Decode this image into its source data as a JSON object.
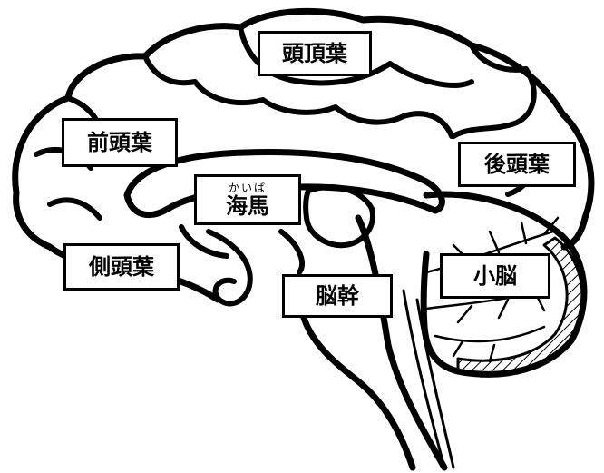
{
  "labels": {
    "parietal": "頭頂葉",
    "frontal": "前頭葉",
    "occipital": "後頭葉",
    "hippocampus": "海馬",
    "hippocampus_ruby": "かいば",
    "temporal": "側頭葉",
    "cerebellum": "小脳",
    "brainstem": "脳幹"
  },
  "colors": {
    "line": "#000000",
    "background": "#ffffff"
  }
}
